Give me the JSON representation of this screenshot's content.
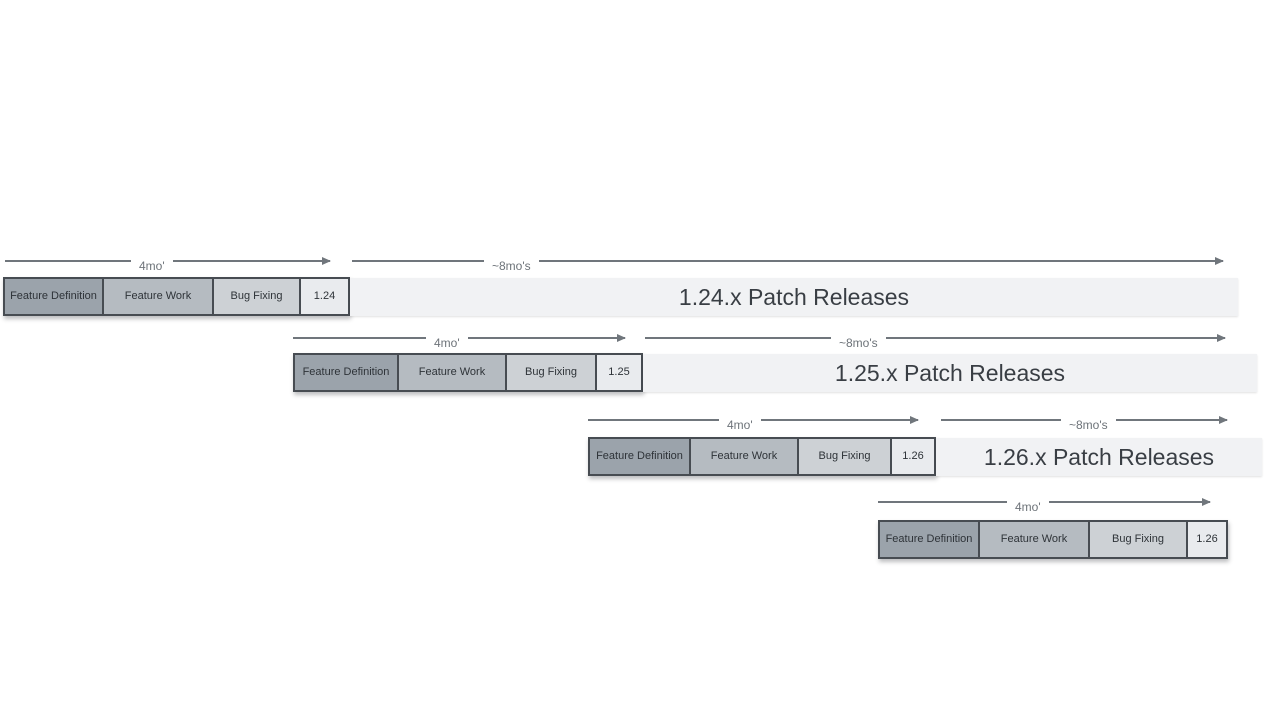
{
  "diagram": {
    "description_colors": {
      "phase_feature_definition": "#9ba3ab",
      "phase_feature_work": "#b5bbc1",
      "phase_bug_fixing": "#cdd1d5",
      "version_box": "#e9ebee",
      "patch_bar": "#f1f2f4",
      "box_border": "#474c52",
      "arrow_line": "#70767c",
      "arrow_label_text": "#6d7379",
      "box_text": "#2e3338",
      "patch_bar_text": "#393e44",
      "background": "#ffffff"
    },
    "rows": [
      {
        "version": "1.24",
        "phases": [
          "Feature Definition",
          "Feature Work",
          "Bug Fixing"
        ],
        "dev_arrow_label": "4mo'",
        "patch_arrow_label": "~8mo's",
        "patch_bar_label": "1.24.x Patch Releases"
      },
      {
        "version": "1.25",
        "phases": [
          "Feature Definition",
          "Feature Work",
          "Bug Fixing"
        ],
        "dev_arrow_label": "4mo'",
        "patch_arrow_label": "~8mo's",
        "patch_bar_label": "1.25.x Patch Releases"
      },
      {
        "version": "1.26",
        "phases": [
          "Feature Definition",
          "Feature Work",
          "Bug Fixing"
        ],
        "dev_arrow_label": "4mo'",
        "patch_arrow_label": "~8mo's",
        "patch_bar_label": "1.26.x Patch Releases"
      },
      {
        "version": "1.26",
        "phases": [
          "Feature Definition",
          "Feature Work",
          "Bug Fixing"
        ],
        "dev_arrow_label": "4mo'"
      }
    ]
  }
}
